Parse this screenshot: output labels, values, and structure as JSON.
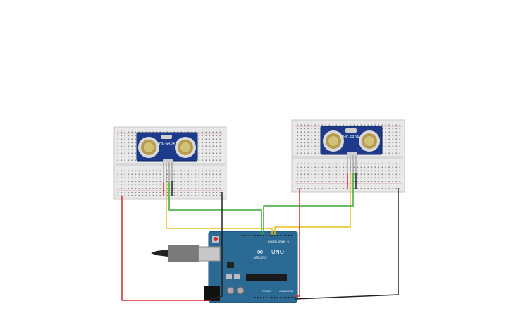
{
  "sensors": [
    {
      "id": "left",
      "label": "HC-SR04"
    },
    {
      "id": "right",
      "label": "HC-SR04"
    }
  ],
  "arduino": {
    "logo_text": "ARDUINO",
    "model": "UNO",
    "digital_label": "DIGITAL (PWM ~)",
    "power_label": "POWER",
    "analog_label": "ANALOG IN"
  },
  "colors": {
    "breadboard": "#e9e9e9",
    "board": "#2a6a94",
    "sensor": "#1d3b8a",
    "wire_red": "#d42a2a",
    "wire_black": "#222222",
    "wire_yellow": "#e8c01a",
    "wire_green": "#3aaa3a"
  }
}
